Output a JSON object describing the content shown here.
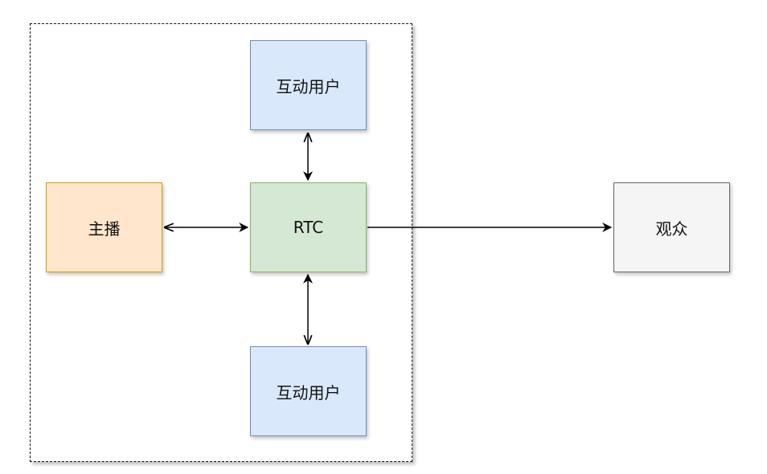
{
  "diagram": {
    "nodes": {
      "interactive_user_top": {
        "label": "互动用户",
        "color": "#dae8fc",
        "border": "#6c8ebf"
      },
      "host": {
        "label": "主播",
        "color": "#ffe6cc",
        "border": "#d79b00"
      },
      "rtc": {
        "label": "RTC",
        "color": "#d5e8d4",
        "border": "#82b366"
      },
      "interactive_user_bottom": {
        "label": "互动用户",
        "color": "#dae8fc",
        "border": "#6c8ebf"
      },
      "audience": {
        "label": "观众",
        "color": "#f5f5f5",
        "border": "#666666"
      }
    },
    "edges": [
      {
        "from": "interactive_user_top",
        "to": "rtc",
        "direction": "bidirectional"
      },
      {
        "from": "host",
        "to": "rtc",
        "direction": "bidirectional"
      },
      {
        "from": "rtc",
        "to": "interactive_user_bottom",
        "direction": "bidirectional"
      },
      {
        "from": "rtc",
        "to": "audience",
        "direction": "forward"
      }
    ],
    "group": {
      "style": "dashed",
      "contains": [
        "interactive_user_top",
        "host",
        "rtc",
        "interactive_user_bottom"
      ]
    }
  }
}
